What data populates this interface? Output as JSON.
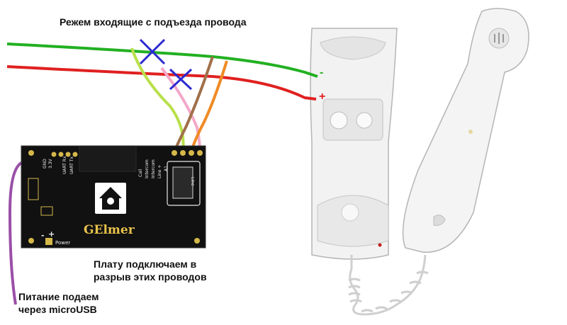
{
  "annotations": {
    "cut_wires": "Режем входящие с подъезда провода",
    "connect_line1": "Плату подключаем в",
    "connect_line2": "разрыв этих проводов",
    "power_line1": "Питание подаем",
    "power_line2": "через microUSB"
  },
  "polarity": {
    "minus": "-",
    "plus": "+"
  },
  "board": {
    "brand": "GElmer",
    "power_label": "Power",
    "uart_rx": "UART Rx",
    "uart_tx": "UART Tx",
    "gnd": "GND",
    "v33": "3.3V",
    "intercom_in": "Intercom",
    "intercom_out": "Intercom",
    "line_plus": "Line +",
    "line_minus": "Line -",
    "call": "Call",
    "minus_sign": "-",
    "plus_sign": "+",
    "chip_label": "A1"
  },
  "colors": {
    "wire_green": "#22b022",
    "wire_red": "#e02020",
    "wire_yellow_green": "#b8e04a",
    "wire_pink": "#f4a8c8",
    "wire_brown": "#a0704a",
    "wire_orange": "#f08a24",
    "wire_purple": "#9a4fa8",
    "cross_blue": "#2a2ad0",
    "pcb": "#111111"
  }
}
